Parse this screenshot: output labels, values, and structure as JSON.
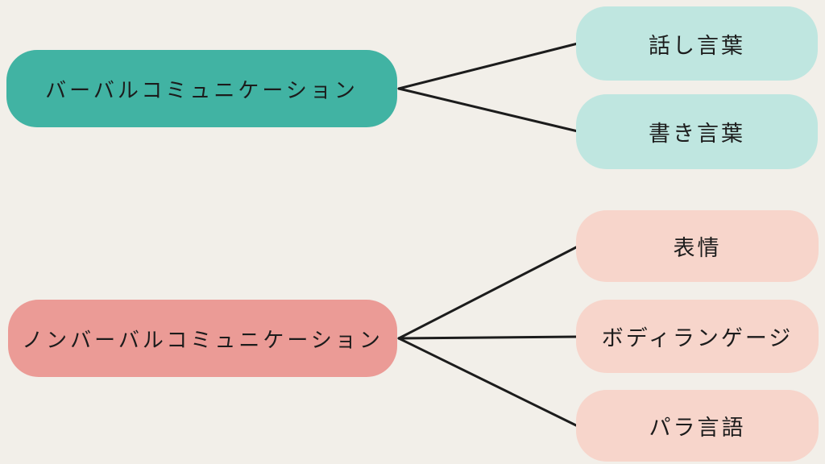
{
  "diagram": {
    "title": "verbal vs nonverbal communication mind map",
    "colors": {
      "background": "#f2efe9",
      "edge_line": "#1c1c1c",
      "verbal_root": "#41b3a3",
      "verbal_leaf": "#bfe6e0",
      "nonverbal_root": "#eb9b96",
      "nonverbal_leaf": "#f7d5cb",
      "text": "#1c1c1c"
    },
    "nodes": {
      "verbal": {
        "label": "バーバルコミュニケーション",
        "role": "root",
        "color": "#41b3a3"
      },
      "spoken": {
        "label": "話し言葉",
        "role": "leaf",
        "color": "#bfe6e0"
      },
      "written": {
        "label": "書き言葉",
        "role": "leaf",
        "color": "#bfe6e0"
      },
      "nonverbal": {
        "label": "ノンバーバルコミュニケーション",
        "role": "root",
        "color": "#eb9b96"
      },
      "facial": {
        "label": "表情",
        "role": "leaf",
        "color": "#f7d5cb"
      },
      "body_language": {
        "label": "ボディランゲージ",
        "role": "leaf",
        "color": "#f7d5cb"
      },
      "paralanguage": {
        "label": "パラ言語",
        "role": "leaf",
        "color": "#f7d5cb"
      }
    },
    "edges": [
      {
        "from": "verbal",
        "to": "spoken"
      },
      {
        "from": "verbal",
        "to": "written"
      },
      {
        "from": "nonverbal",
        "to": "facial"
      },
      {
        "from": "nonverbal",
        "to": "body_language"
      },
      {
        "from": "nonverbal",
        "to": "paralanguage"
      }
    ]
  }
}
